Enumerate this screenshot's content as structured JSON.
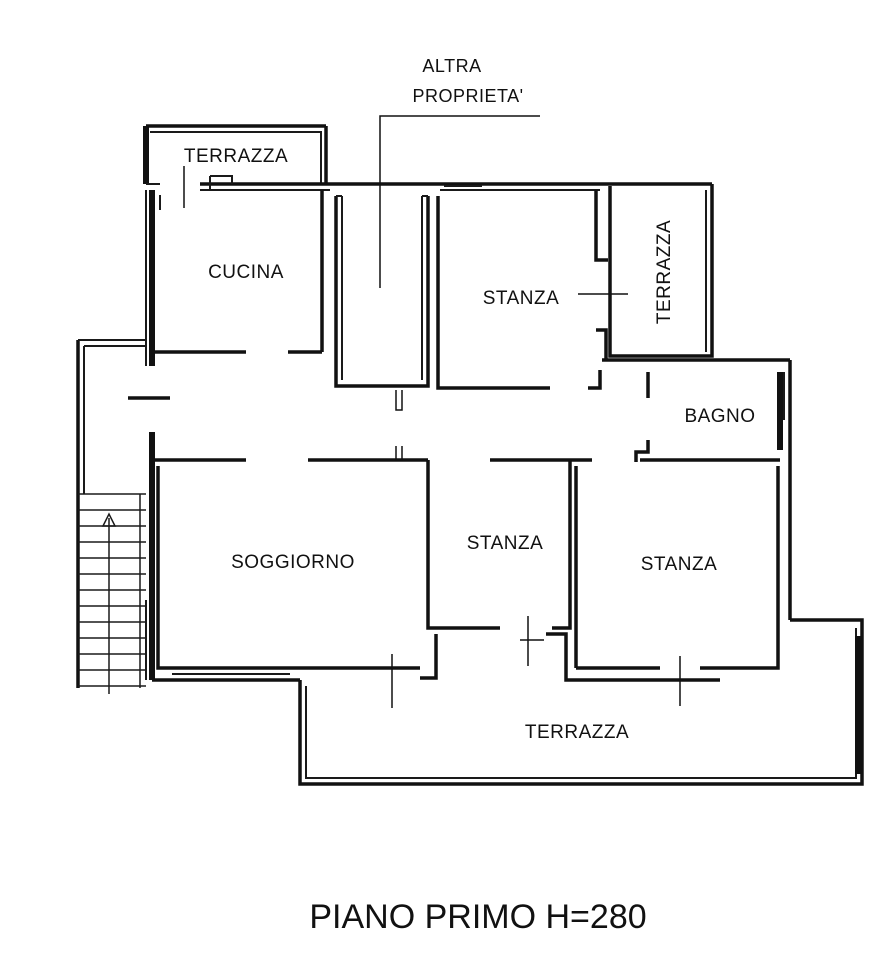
{
  "labels": {
    "altra_proprieta_line1": "ALTRA",
    "altra_proprieta_line2": "PROPRIETA'",
    "terrazza_top": "TERRAZZA",
    "cucina": "CUCINA",
    "stanza_north": "STANZA",
    "terrazza_east": "TERRAZZA",
    "bagno": "BAGNO",
    "soggiorno": "SOGGIORNO",
    "stanza_center": "STANZA",
    "stanza_south_east": "STANZA",
    "terrazza_bottom": "TERRAZZA"
  },
  "title": "PIANO PRIMO H=280"
}
